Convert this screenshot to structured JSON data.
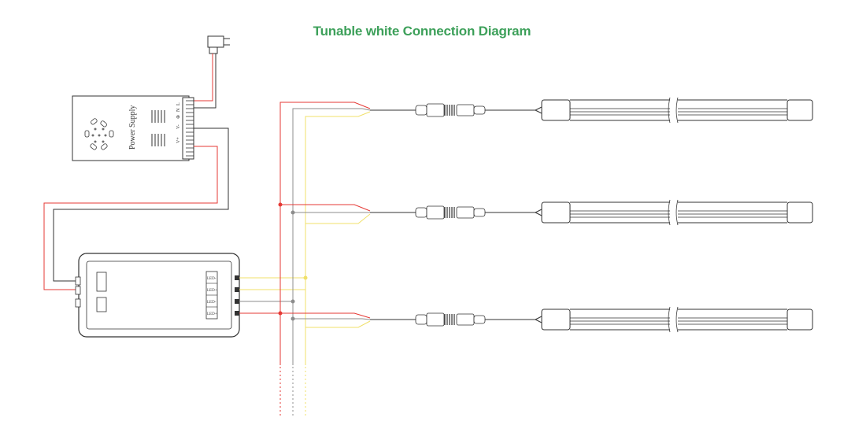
{
  "title": "Tunable white Connection Diagram",
  "power_supply": {
    "label": "Power Supply",
    "terminal_labels": [
      "L",
      "N",
      "⊕",
      "V-",
      "V+"
    ]
  },
  "controller": {
    "output_labels": [
      "LED-",
      "LED+",
      "LED-",
      "LED+"
    ]
  },
  "colors": {
    "title": "#3da05a",
    "red_wire": "#e53935",
    "gray_wire": "#8c8c8c",
    "yellow_wire": "#f0e06a",
    "outline": "#333333"
  },
  "strips": [
    "strip-1",
    "strip-2",
    "strip-3"
  ]
}
